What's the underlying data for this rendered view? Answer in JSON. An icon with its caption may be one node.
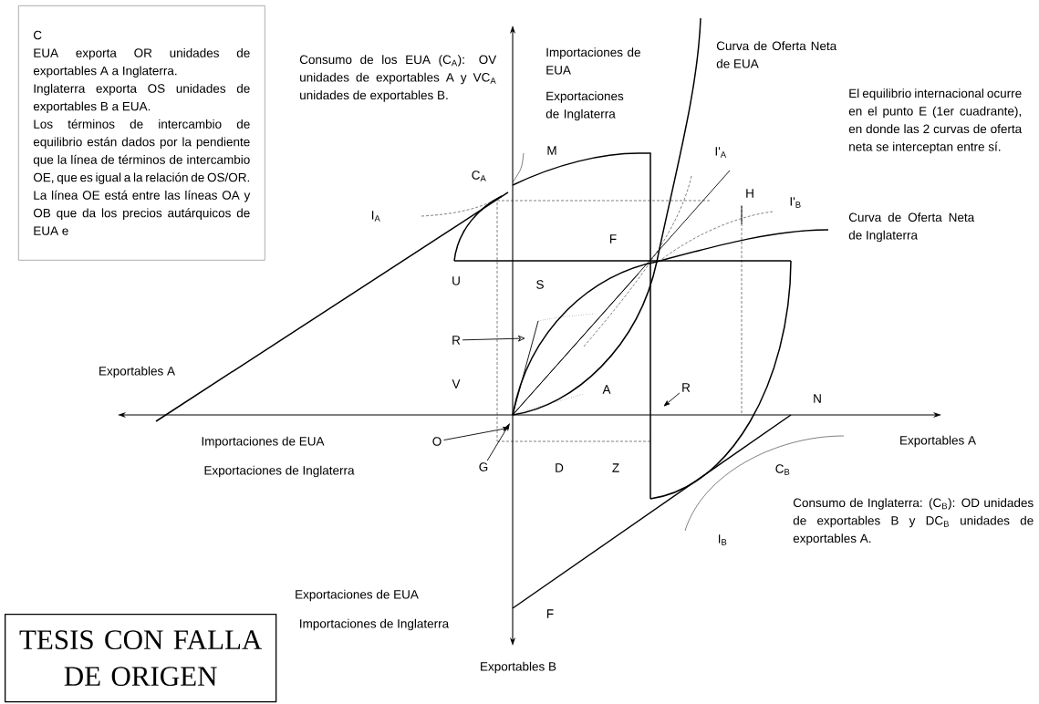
{
  "diagram": {
    "nodes": [
      {
        "text": [
          "C",
          "EUA exporta OR unidades de exportables A a Inglaterra.",
          "Inglaterra exporta OS unidades de exportables B a EUA.",
          "Los términos de intercambio de equilibrio están dados por la pendiente que la línea de términos de intercambio OE, que es igual a la relación de OS/OR.",
          "La línea OE está entre las líneas OA y OB que da los precios autárquicos de EUA e"
        ]
      },
      {
        "text": [
          "TESIS CON FALLA DE ORIGEN"
        ]
      },
      {
        "text": [
          "R"
        ]
      },
      {
        "text": [
          "O"
        ]
      },
      {
        "text": [
          "R"
        ]
      },
      {
        "text": [
          "G"
        ]
      }
    ],
    "edges": [
      {
        "from": 2,
        "to": null,
        "arrow": "to"
      },
      {
        "from": 3,
        "to": null,
        "arrow": "to"
      },
      {
        "from": 4,
        "to": null,
        "arrow": "to"
      },
      {
        "from": 5,
        "to": null,
        "arrow": "to"
      }
    ],
    "labels": [
      "Importaciones de EUA",
      "Exportaciones de Inglaterra",
      "Curva de Oferta Neta de EUA",
      "Consumo de los EUA (C$_{A}$): OV unidades de exportables A y VC$_{A}$ unidades de exportables B.",
      "El equilibrio internacional ocurre en el punto E (1er cuadrante), en donde las 2 curvas de oferta neta se interceptan entre sí.",
      "M",
      "C$_{A}$",
      "I'$_{A}$",
      "H",
      "I'$_{B}$",
      "I$_{A}$",
      "Curva de Oferta Neta de Inglaterra",
      "F",
      "U",
      "S",
      "Exportables A",
      "V",
      "A",
      "N",
      "Importaciones de EUA",
      "Exportables A",
      "Exportaciones de Inglaterra",
      "D",
      "Z",
      "C$_{B}$",
      "Consumo de Inglaterra: (C$_{B}$): OD unidades de exportables B y DC$_{B}$ unidades de exportables A.",
      "I$_{B}$",
      "Exportaciones de EUA",
      "F",
      "Importaciones de Inglaterra",
      "Exportables B"
    ]
  }
}
